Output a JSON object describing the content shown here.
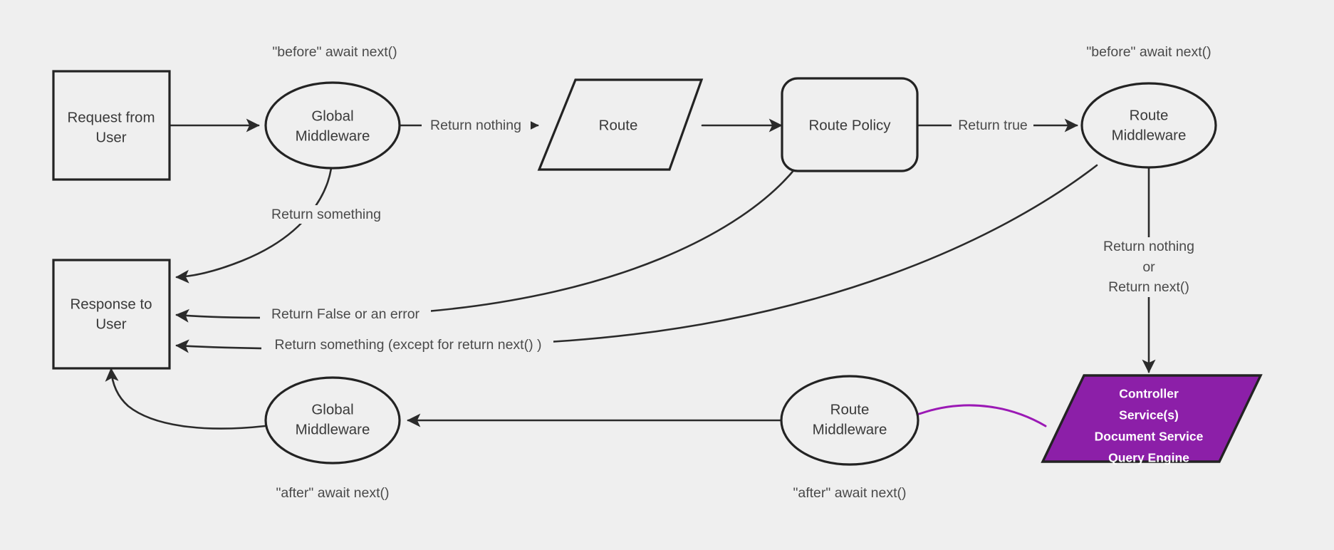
{
  "diagram": {
    "title": "Request / Middleware Lifecycle Flow",
    "background_color": "#efefef",
    "stroke_color": "#232323",
    "accent_color": "#8c1fa8",
    "accent_edge_color": "#9b19b5",
    "text_color": "#4a4a4a"
  },
  "nodes": {
    "request_from_user": {
      "line1": "Request from",
      "line2": "User",
      "shape": "rectangle"
    },
    "global_middleware_top": {
      "line1": "Global",
      "line2": "Middleware",
      "shape": "ellipse"
    },
    "route": {
      "line1": "Route",
      "shape": "parallelogram"
    },
    "route_policy": {
      "line1": "Route Policy",
      "shape": "rounded-rectangle"
    },
    "route_middleware_top": {
      "line1": "Route",
      "line2": "Middleware",
      "shape": "ellipse"
    },
    "controller_services": {
      "line1": "Controller",
      "line2": "Service(s)",
      "line3": "Document Service",
      "line4": "Query Engine",
      "shape": "parallelogram",
      "fill": "#8c1fa8"
    },
    "response_to_user": {
      "line1": "Response to",
      "line2": "User",
      "shape": "rectangle"
    },
    "global_middleware_bottom": {
      "line1": "Global",
      "line2": "Middleware",
      "shape": "ellipse"
    },
    "route_middleware_bottom": {
      "line1": "Route",
      "line2": "Middleware",
      "shape": "ellipse"
    }
  },
  "annotations": {
    "before_await_next_global": "\"before\" await next()",
    "before_await_next_route": "\"before\" await next()",
    "after_await_next_global": "\"after\" await next()",
    "after_await_next_route": "\"after\" await next()"
  },
  "edge_labels": {
    "return_nothing": "Return nothing",
    "return_true": "Return true",
    "return_something": "Return something",
    "return_false_or_error": "Return False or an error",
    "return_something_except_next": "Return something (except for return next() )",
    "return_nothing_or_next_l1": "Return nothing",
    "return_nothing_or_next_l2": "or",
    "return_nothing_or_next_l3": "Return next()"
  }
}
